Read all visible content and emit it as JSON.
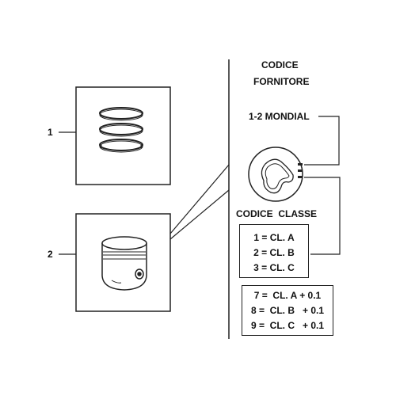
{
  "callouts": {
    "rings": "1",
    "piston": "2"
  },
  "supplier": {
    "heading_line1": "CODICE",
    "heading_line2": "FORNITORE",
    "label": "1-2 MONDIAL"
  },
  "class": {
    "heading": "CODICE  CLASSE",
    "standard": [
      "1 =  CL. A",
      "2 =  CL. B",
      "3 =  CL. C"
    ],
    "oversize": [
      "7 =  CL. A + 0.1",
      "8 =  CL. B   + 0.1",
      "9 =  CL. C   + 0.1"
    ]
  },
  "colors": {
    "line": "#222222",
    "background": "#ffffff"
  }
}
